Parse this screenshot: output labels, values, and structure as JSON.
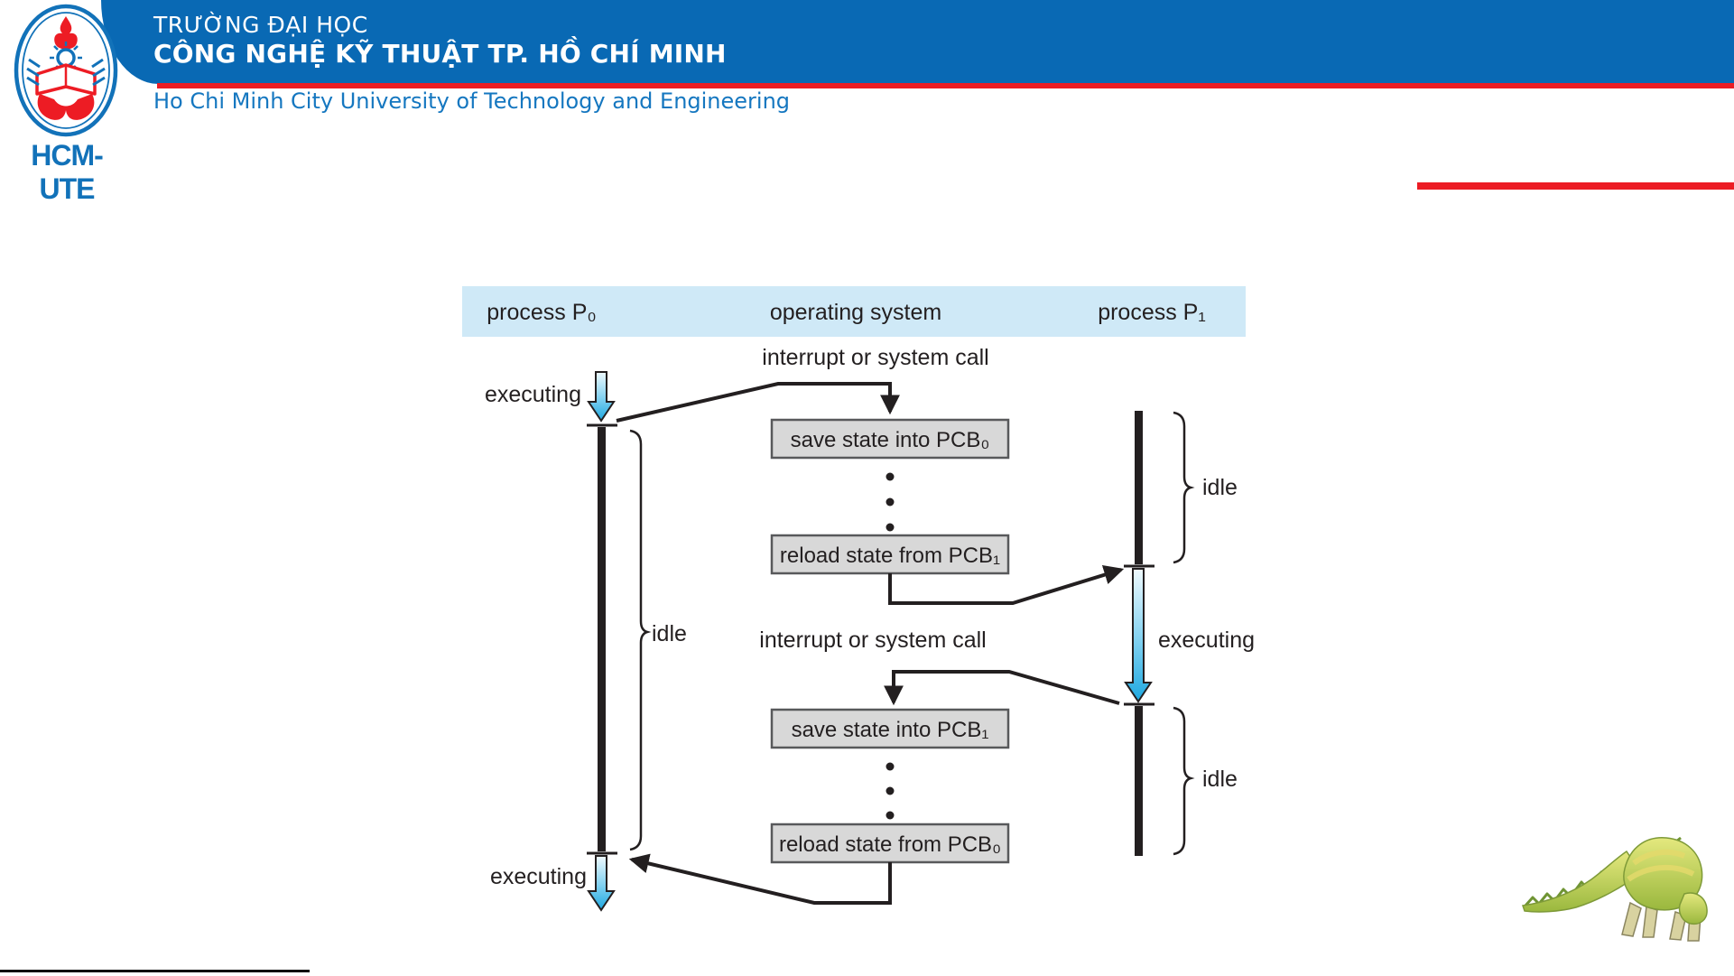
{
  "header": {
    "university_line1": "TRƯỜNG ĐẠI HỌC",
    "university_line2": "CÔNG NGHỆ KỸ THUẬT TP. HỒ CHÍ MINH",
    "university_en": "Ho Chi Minh City University of Technology and Engineering",
    "logo_caption": "HCM-UTE"
  },
  "diagram": {
    "columns": {
      "p0": "process P₀",
      "os": "operating system",
      "p1": "process P₁"
    },
    "labels": {
      "interrupt1": "interrupt or system call",
      "interrupt2": "interrupt or system call",
      "executing_p0_top": "executing",
      "executing_p0_bottom": "executing",
      "executing_p1": "executing",
      "idle_p0": "idle",
      "idle_p1_top": "idle",
      "idle_p1_bottom": "idle"
    },
    "boxes": {
      "save_pcb0": "save state into PCB₀",
      "reload_pcb1": "reload state from PCB₁",
      "save_pcb1": "save state into PCB₁",
      "reload_pcb0": "reload state from PCB₀"
    }
  },
  "colors": {
    "banner_blue": "#0969b4",
    "accent_red": "#ec1c24",
    "link_blue": "#1577c0",
    "logo_blue": "#1272b9",
    "band_blue": "#cfe9f7",
    "box_gray": "#d8d8d8",
    "box_border": "#58595b",
    "ink": "#231f20",
    "arrow_blue": "#29abe2"
  }
}
